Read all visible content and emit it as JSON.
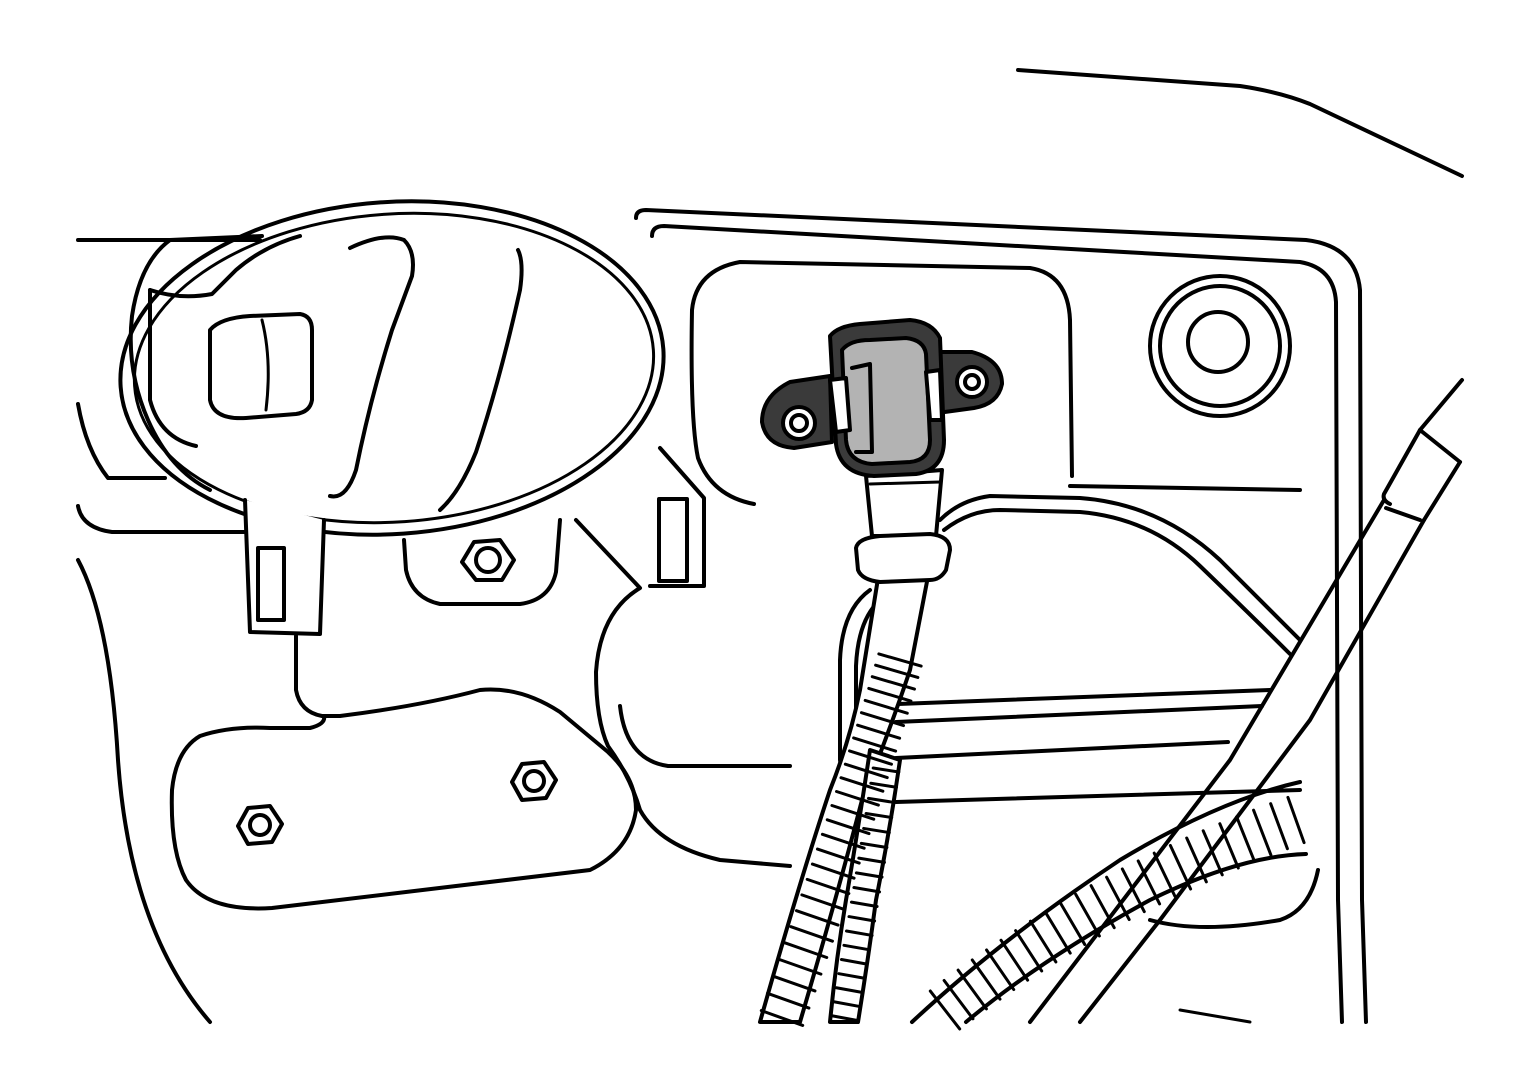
{
  "diagram": {
    "kind": "technical line illustration",
    "highlight_color": "#b3b3b3",
    "line_color": "#000000",
    "background": "#ffffff",
    "components": [
      "door-handle",
      "sensor",
      "wiring-harness",
      "mounting-nuts",
      "grommet",
      "door-panel"
    ]
  }
}
